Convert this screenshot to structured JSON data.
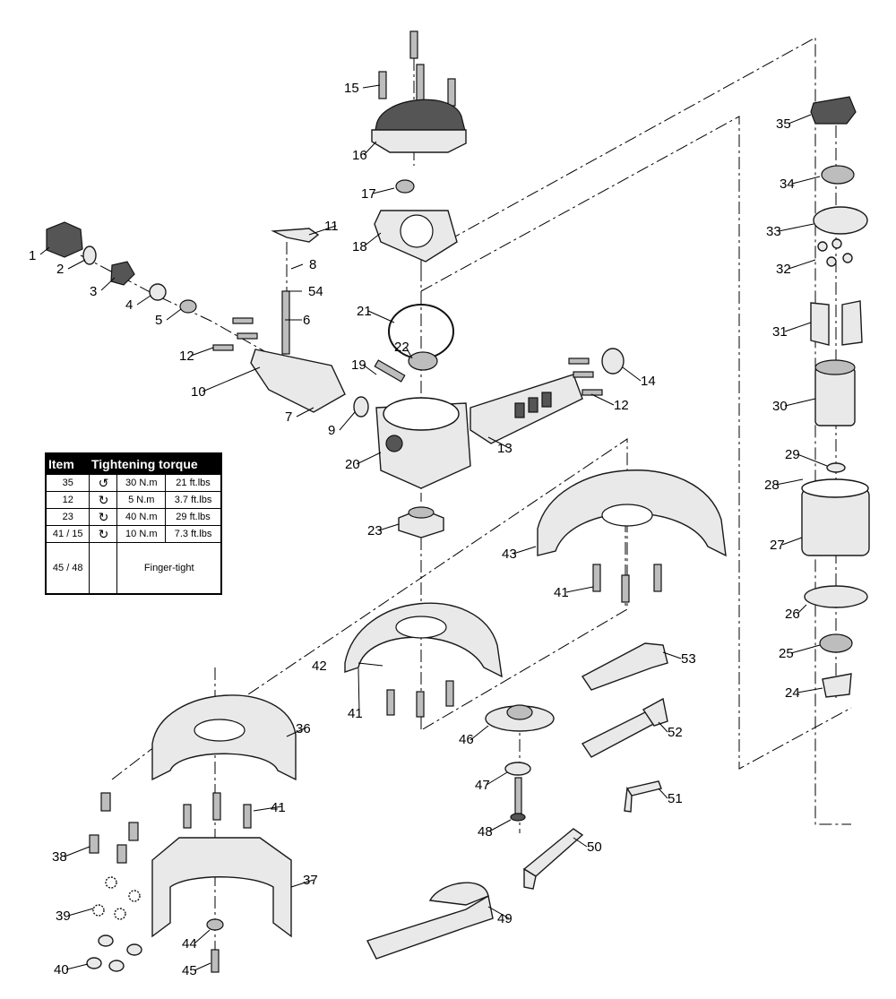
{
  "diagram": {
    "part_numbers": [
      "1",
      "2",
      "3",
      "4",
      "5",
      "6",
      "7",
      "8",
      "9",
      "10",
      "11",
      "12",
      "12",
      "13",
      "14",
      "15",
      "16",
      "17",
      "18",
      "19",
      "20",
      "21",
      "22",
      "23",
      "24",
      "25",
      "26",
      "27",
      "28",
      "29",
      "30",
      "31",
      "32",
      "33",
      "34",
      "35",
      "36",
      "37",
      "38",
      "39",
      "40",
      "41",
      "41",
      "41",
      "42",
      "43",
      "44",
      "45",
      "46",
      "47",
      "48",
      "49",
      "50",
      "51",
      "52",
      "53",
      "54"
    ]
  },
  "torque_table": {
    "header_item": "Item",
    "header_torque": "Tightening torque",
    "rows": [
      {
        "item": "35",
        "direction_icon": "counterclockwise-arrow-icon",
        "glyph": "↺",
        "nm": "30 N.m",
        "ftlbs": "21 ft.lbs"
      },
      {
        "item": "12",
        "direction_icon": "clockwise-arrow-icon",
        "glyph": "↻",
        "nm": "5 N.m",
        "ftlbs": "3.7 ft.lbs"
      },
      {
        "item": "23",
        "direction_icon": "clockwise-arrow-icon",
        "glyph": "↻",
        "nm": "40 N.m",
        "ftlbs": "29 ft.lbs"
      },
      {
        "item": "41 / 15",
        "direction_icon": "clockwise-arrow-icon",
        "glyph": "↻",
        "nm": "10 N.m",
        "ftlbs": "7.3 ft.lbs"
      }
    ],
    "last_row": {
      "item": "45 / 48",
      "note": "Finger-tight"
    }
  }
}
